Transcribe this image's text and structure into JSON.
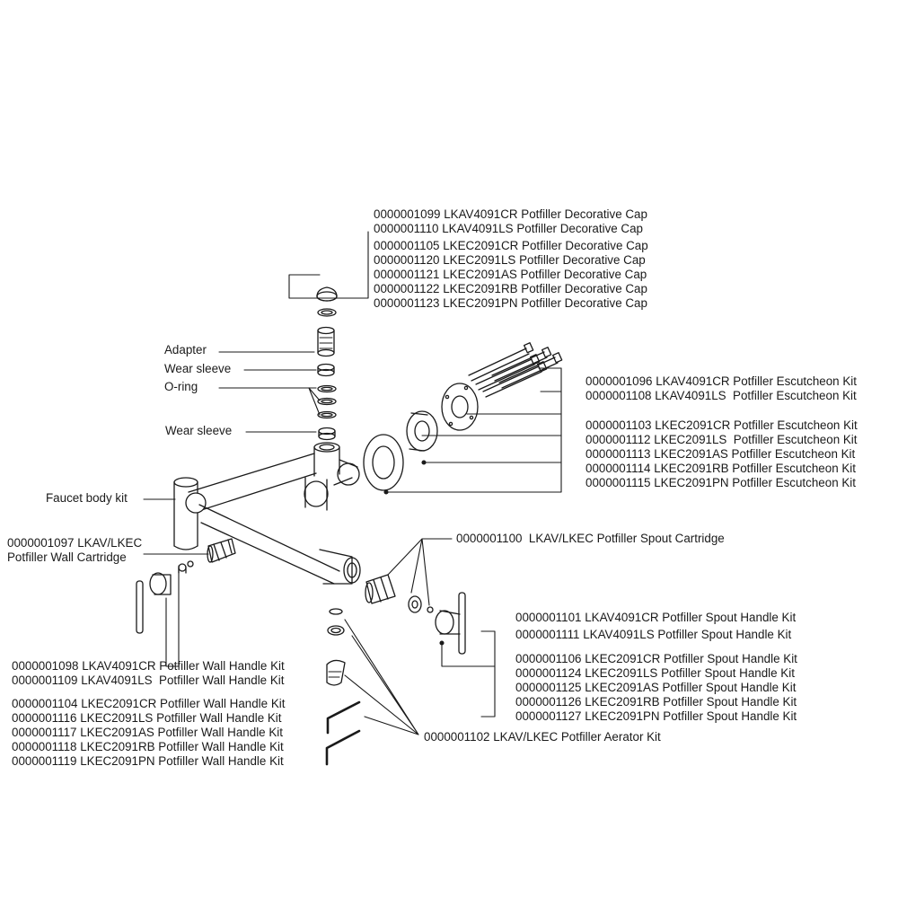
{
  "decorative_cap": {
    "group_a": [
      "0000001099 LKAV4091CR Potfiller Decorative Cap",
      "0000001110 LKAV4091LS Potfiller Decorative Cap"
    ],
    "group_b": [
      "0000001105 LKEC2091CR Potfiller Decorative Cap",
      "0000001120 LKEC2091LS Potfiller Decorative Cap",
      "0000001121 LKEC2091AS Potfiller Decorative Cap",
      "0000001122 LKEC2091RB Potfiller Decorative Cap",
      "0000001123 LKEC2091PN Potfiller Decorative Cap"
    ]
  },
  "body_parts": {
    "adapter": "Adapter",
    "wear_sleeve_top": "Wear sleeve",
    "o_ring": "O-ring",
    "wear_sleeve_bottom": "Wear sleeve",
    "faucet_body_kit": "Faucet body kit"
  },
  "escutcheon_kit": {
    "group_a": [
      "0000001096 LKAV4091CR Potfiller Escutcheon Kit",
      "0000001108 LKAV4091LS  Potfiller Escutcheon Kit"
    ],
    "group_b": [
      "0000001103 LKEC2091CR Potfiller Escutcheon Kit",
      "0000001112 LKEC2091LS  Potfiller Escutcheon Kit",
      "0000001113 LKEC2091AS Potfiller Escutcheon Kit",
      "0000001114 LKEC2091RB Potfiller Escutcheon Kit",
      "0000001115 LKEC2091PN Potfiller Escutcheon Kit"
    ]
  },
  "wall_cartridge": {
    "line1": "0000001097 LKAV/LKEC",
    "line2": "Potfiller Wall Cartridge"
  },
  "spout_cartridge": "0000001100  LKAV/LKEC Potfiller Spout Cartridge",
  "spout_handle_kit": {
    "group_a": [
      "0000001101 LKAV4091CR Potfiller Spout Handle Kit",
      "0000001111 LKAV4091LS Potfiller Spout Handle Kit"
    ],
    "group_b": [
      "0000001106 LKEC2091CR Potfiller Spout Handle Kit",
      "0000001124 LKEC2091LS Potfiller Spout Handle Kit",
      "0000001125 LKEC2091AS Potfiller Spout Handle Kit",
      "0000001126 LKEC2091RB Potfiller Spout Handle Kit",
      "0000001127 LKEC2091PN Potfiller Spout Handle Kit"
    ]
  },
  "wall_handle_kit": {
    "group_a": [
      "0000001098 LKAV4091CR Potfiller Wall Handle Kit",
      "0000001109 LKAV4091LS  Potfiller Wall Handle Kit"
    ],
    "group_b": [
      "0000001104 LKEC2091CR Potfiller Wall Handle Kit",
      "0000001116 LKEC2091LS Potfiller Wall Handle Kit",
      "0000001117 LKEC2091AS Potfiller Wall Handle Kit",
      "0000001118 LKEC2091RB Potfiller Wall Handle Kit",
      "0000001119 LKEC2091PN Potfiller Wall Handle Kit"
    ]
  },
  "aerator_kit": "0000001102 LKAV/LKEC Potfiller Aerator Kit"
}
